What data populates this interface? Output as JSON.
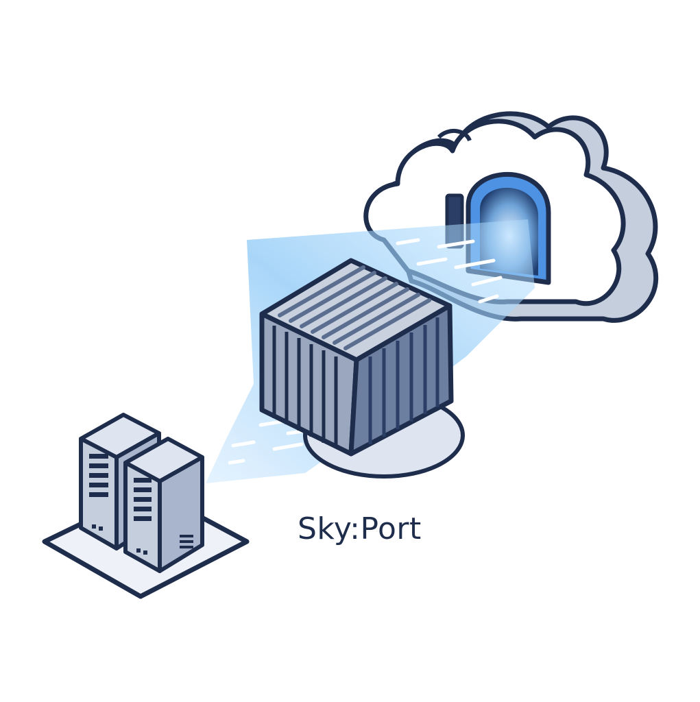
{
  "brand": {
    "name": "Sky:Port"
  },
  "illustration": {
    "elements": [
      "servers",
      "shipping-container",
      "cloud",
      "tunnel-portal",
      "data-beam"
    ],
    "icons": [
      "server-rack-icon",
      "shipping-container-icon",
      "cloud-icon",
      "portal-icon"
    ]
  },
  "colors": {
    "outline": "#1f2d4d",
    "metal": "#5b6e90",
    "panel": "#dfe5f0",
    "accent": "#3b8de6",
    "beam": "#9fd3fa",
    "background": "#ffffff"
  }
}
